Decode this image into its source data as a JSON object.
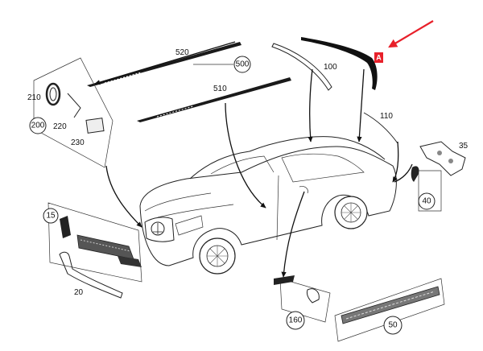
{
  "parts": {
    "p520": "520",
    "p500": "500",
    "p510": "510",
    "p100": "100",
    "p110": "110",
    "p210": "210",
    "p200": "200",
    "p220": "220",
    "p230": "230",
    "p35": "35",
    "p40": "40",
    "p15": "15",
    "p20": "20",
    "p160": "160",
    "p50": "50"
  },
  "badge": {
    "text": "А"
  },
  "colors": {
    "accent": "#e8202a",
    "line": "#222222"
  }
}
